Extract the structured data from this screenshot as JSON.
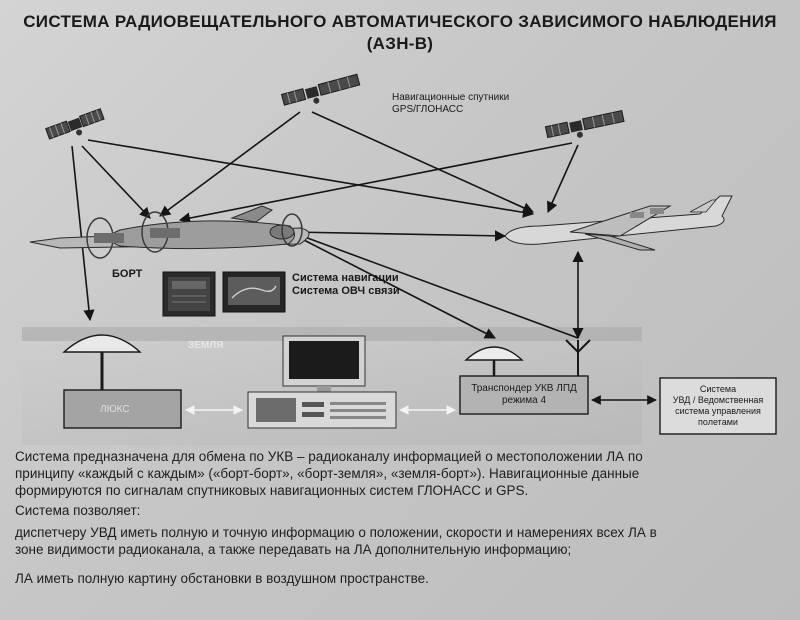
{
  "title": {
    "line1": "СИСТЕМА РАДИОВЕЩАТЕЛЬНОГО  АВТОМАТИЧЕСКОГО ЗАВИСИМОГО НАБЛЮДЕНИЯ",
    "line2": "(АЗН-В)"
  },
  "diagram": {
    "satellites_label_line1": "Навигационные спутники",
    "satellites_label_line2": "GPS/ГЛОНАСС",
    "bort_label": "БОРТ",
    "onboard_line1": "Система навигации",
    "onboard_line2": "Система ОВЧ связи",
    "ground_label": "ЗЕМЛЯ",
    "luks_label": "ЛЮКС",
    "transponder_line1": "Транспондер УКВ ЛПД",
    "transponder_line2": "режима 4",
    "external_line1": "Система",
    "external_line2": "УВД / Ведомственная",
    "external_line3": "система управления",
    "external_line4": "полетами"
  },
  "text": {
    "p1_line1": "Система предназначена для обмена по УКВ – радиоканалу информацией о местоположении ЛА по",
    "p1_line2": "принципу «каждый с каждым» («борт-борт», «борт-земля», «земля-борт»). Навигационные данные",
    "p1_line3": "формируются по сигналам спутниковых навигационных систем ГЛОНАСС и GPS.",
    "p2": "Система позволяет:",
    "p3_line1": "диспетчеру УВД иметь полную и точную информацию о положении, скорости и намерениях всех ЛА в",
    "p3_line2": "зоне видимости радиоканала, а также передавать на ЛА дополнительную информацию;",
    "p4": "ЛА иметь полную картину обстановки в воздушном пространстве."
  }
}
